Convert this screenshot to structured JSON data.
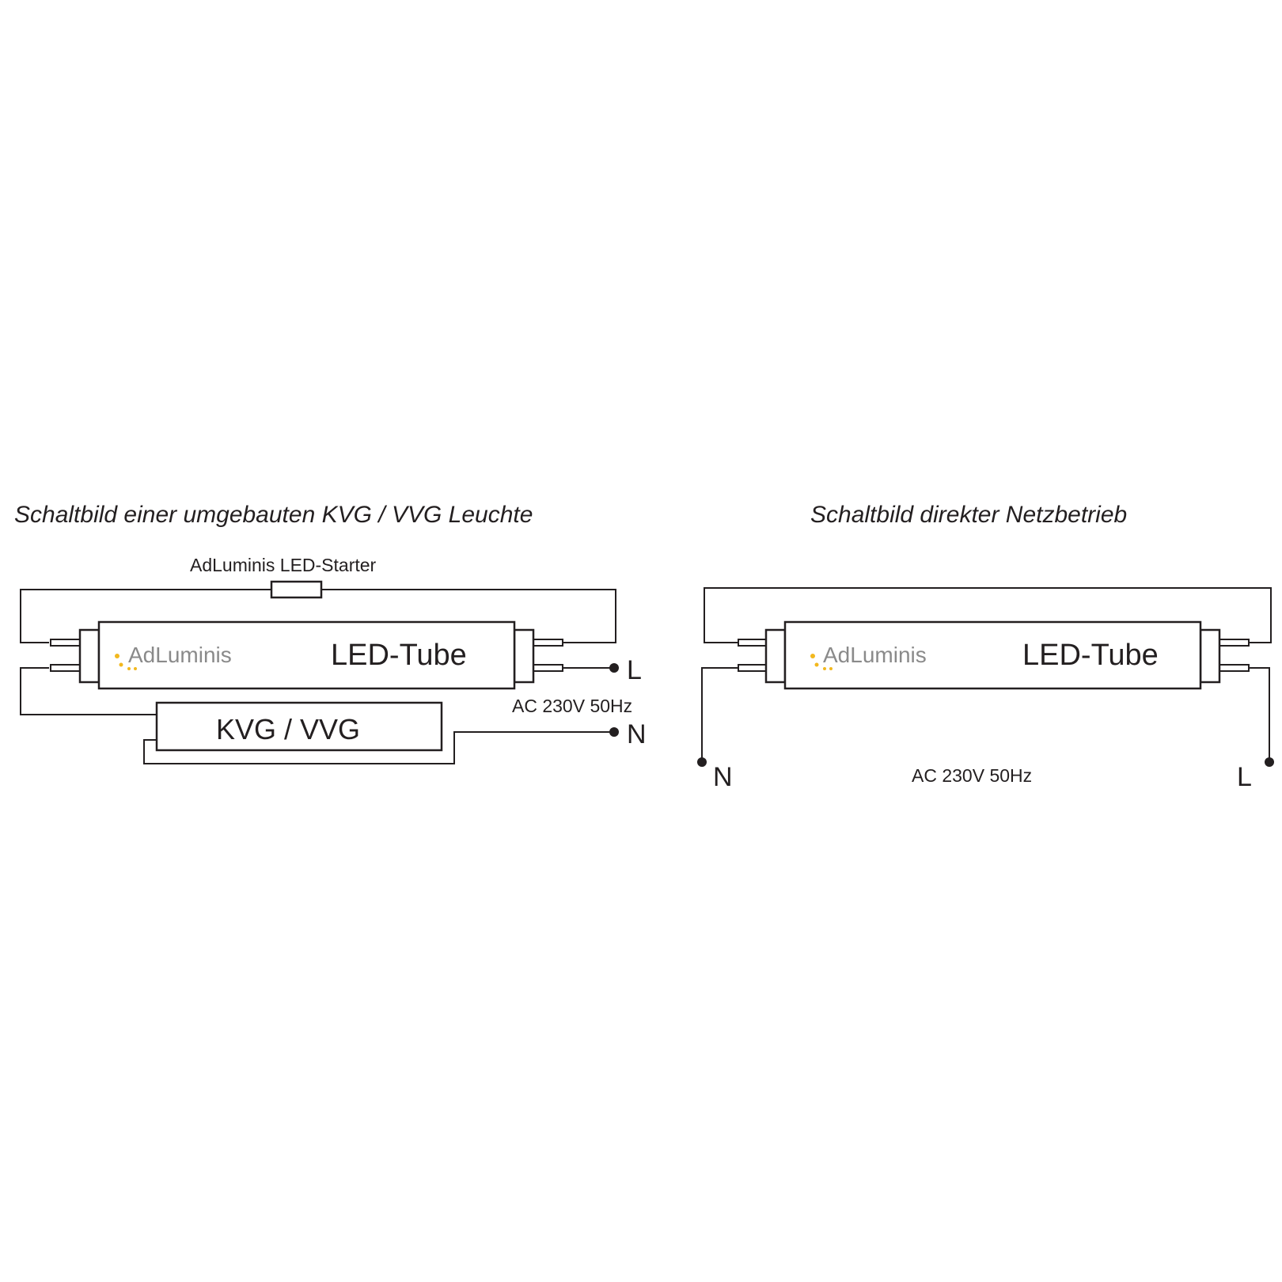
{
  "left_diagram": {
    "title": "Schaltbild einer umgebauten KVG / VVG Leuchte",
    "starter_label": "AdLuminis LED-Starter",
    "tube_label": "LED-Tube",
    "brand_logo_text": "AdLuminis",
    "ballast_label": "KVG / VVG",
    "supply_label": "AC 230V 50Hz",
    "terminal_l": "L",
    "terminal_n": "N"
  },
  "right_diagram": {
    "title": "Schaltbild direkter Netzbetrieb",
    "tube_label": "LED-Tube",
    "brand_logo_text": "AdLuminis",
    "supply_label": "AC 230V 50Hz",
    "terminal_n": "N",
    "terminal_l": "L"
  },
  "colors": {
    "line": "#231f20",
    "logo_dots": "#f2b81e",
    "logo_text": "#8a8a8a"
  }
}
